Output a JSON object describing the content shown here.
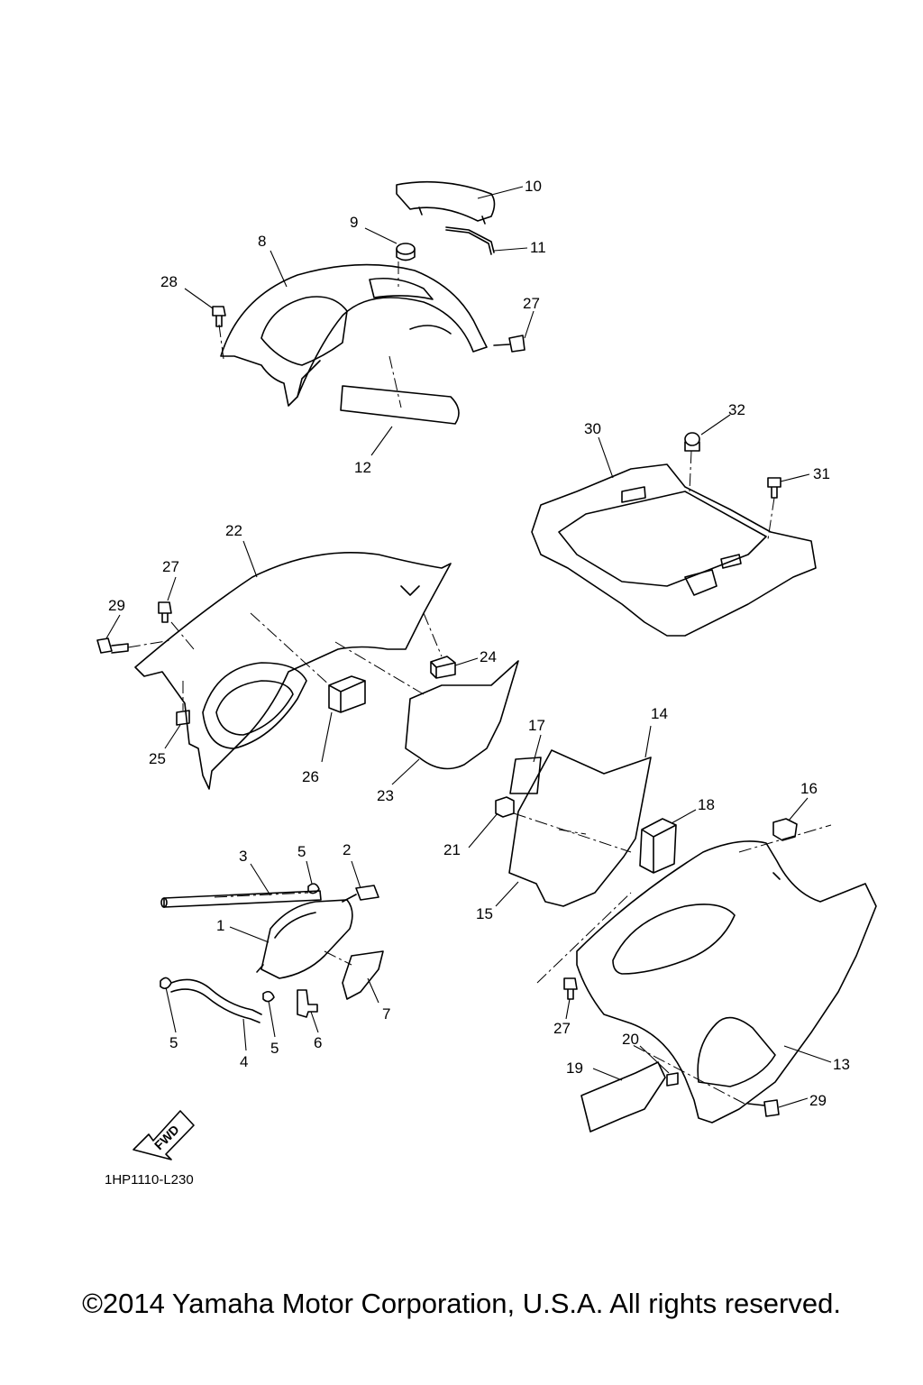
{
  "callouts": [
    "1",
    "2",
    "3",
    "4",
    "5",
    "5",
    "5",
    "6",
    "7",
    "8",
    "9",
    "10",
    "11",
    "12",
    "13",
    "14",
    "15",
    "16",
    "17",
    "18",
    "19",
    "20",
    "21",
    "22",
    "23",
    "24",
    "25",
    "26",
    "27",
    "27",
    "27",
    "28",
    "29",
    "29",
    "30",
    "31",
    "32"
  ],
  "fwd_label": "FWD",
  "diagram_code": "1HP1110-L230",
  "copyright": "©2014 Yamaha Motor Corporation, U.S.A. All rights reserved.",
  "colors": {
    "line": "#000000",
    "background": "#ffffff"
  }
}
